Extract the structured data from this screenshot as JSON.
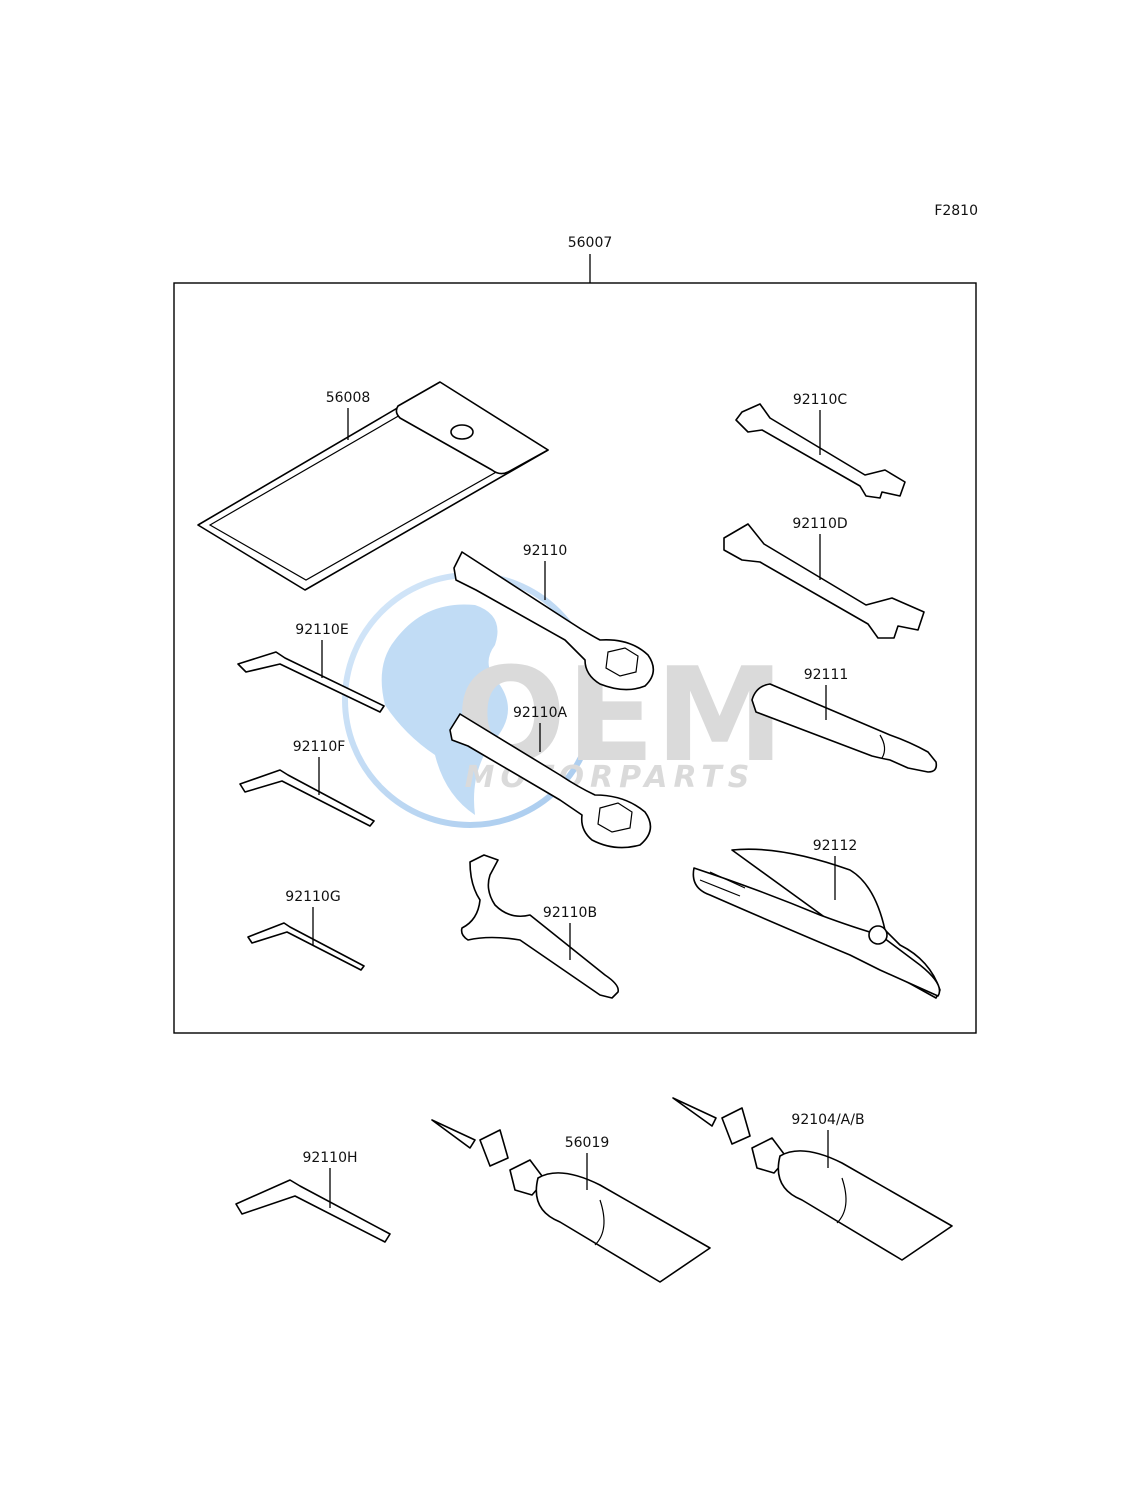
{
  "figure_code": "F2810",
  "kit": {
    "part_number": "56007"
  },
  "parts": {
    "case": "56008",
    "wrench_92110": "92110",
    "wrench_92110a": "92110A",
    "wrench_92110b": "92110B",
    "wrench_92110c": "92110C",
    "wrench_92110d": "92110D",
    "hex_92110e": "92110E",
    "hex_92110f": "92110F",
    "hex_92110g": "92110G",
    "hex_92110h": "92110H",
    "handle_92111": "92111",
    "pliers_92112": "92112",
    "tube_56019": "56019",
    "tube_92104": "92104/A/B"
  },
  "watermark": {
    "brand": "OEM",
    "subtitle": "MOTORPARTS",
    "colors": {
      "globe": "#7fb4e8",
      "text": "#b8b8b8"
    }
  }
}
